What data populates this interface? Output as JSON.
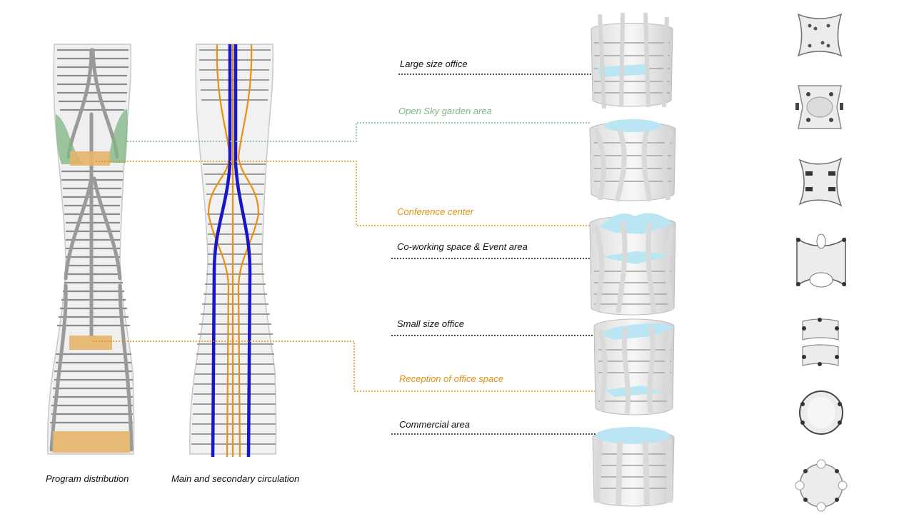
{
  "captions": {
    "program": "Program distribution",
    "circulation": "Main and secondary circulation"
  },
  "labels": [
    {
      "id": "large-office",
      "text": "Large size office",
      "tone": "dark"
    },
    {
      "id": "sky-garden",
      "text": "Open Sky garden area",
      "tone": "green"
    },
    {
      "id": "conference",
      "text": "Conference center",
      "tone": "orange"
    },
    {
      "id": "coworking",
      "text": "Co-working space & Event area",
      "tone": "dark"
    },
    {
      "id": "small-office",
      "text": "Small size office",
      "tone": "dark"
    },
    {
      "id": "reception",
      "text": "Reception of office space",
      "tone": "orange"
    },
    {
      "id": "commercial",
      "text": "Commercial area",
      "tone": "dark"
    }
  ],
  "colors": {
    "green": "#7cb582",
    "orange": "#e0900f",
    "dark": "#111111",
    "main_circulation": "#1a16c8",
    "secondary_circulation": "#e8900f",
    "floor_highlight": "#b9e6f2",
    "structure": "#8f8f8f",
    "structure_light": "#e6e6e6"
  }
}
